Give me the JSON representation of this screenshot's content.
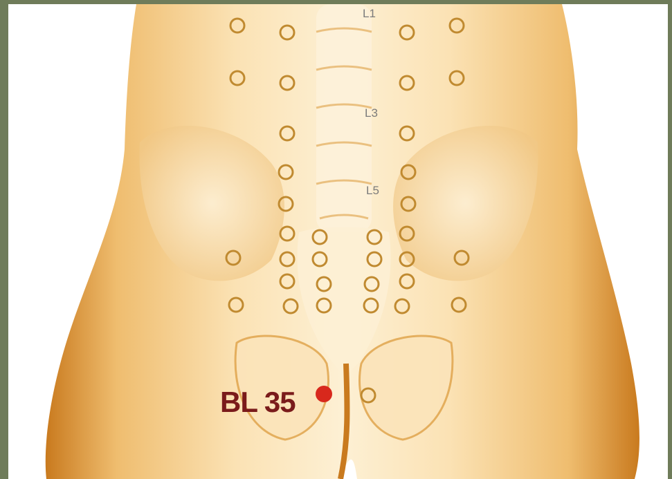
{
  "vertebra_labels": {
    "l1": "L1",
    "l3": "L3",
    "l5": "L5"
  },
  "highlighted_point": {
    "label": "BL 35",
    "color": "#d8281c"
  },
  "colors": {
    "outer_border": "#6f7c5a",
    "background": "#ffffff",
    "skin_light": "#fbe2b4",
    "skin_mid": "#efbd6f",
    "skin_dark": "#c97a1e",
    "acupoint_ring": "#c08a30",
    "label_dark_red": "#7a1b1b"
  },
  "acupoint_marker": "hollow-ring-icon"
}
